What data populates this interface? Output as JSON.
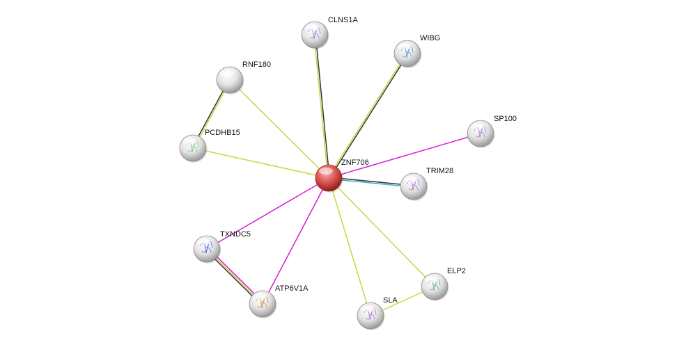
{
  "network": {
    "center": "ZNF706",
    "nodes": [
      {
        "id": "ZNF706",
        "label": "ZNF706",
        "color": "#d9534f",
        "query": true
      },
      {
        "id": "CLNS1A",
        "label": "CLNS1A",
        "color": "#e6e6e6"
      },
      {
        "id": "WIBG",
        "label": "WIBG",
        "color": "#e6e6e6"
      },
      {
        "id": "RNF180",
        "label": "RNF180",
        "color": "#e6e6e6"
      },
      {
        "id": "PCDHB15",
        "label": "PCDHB15",
        "color": "#e6e6e6"
      },
      {
        "id": "SP100",
        "label": "SP100",
        "color": "#e6e6e6"
      },
      {
        "id": "TRIM28",
        "label": "TRIM28",
        "color": "#e6e6e6"
      },
      {
        "id": "TXNDC5",
        "label": "TXNDC5",
        "color": "#e6e6e6"
      },
      {
        "id": "ATP6V1A",
        "label": "ATP6V1A",
        "color": "#e6e6e6"
      },
      {
        "id": "ELP2",
        "label": "ELP2",
        "color": "#e6e6e6"
      },
      {
        "id": "SLA",
        "label": "SLA",
        "color": "#e6e6e6"
      }
    ],
    "edges": [
      {
        "from": "ZNF706",
        "to": "CLNS1A",
        "evidence": [
          "textmining",
          "coexpression"
        ]
      },
      {
        "from": "ZNF706",
        "to": "WIBG",
        "evidence": [
          "textmining",
          "coexpression"
        ]
      },
      {
        "from": "ZNF706",
        "to": "RNF180",
        "evidence": [
          "textmining"
        ]
      },
      {
        "from": "ZNF706",
        "to": "PCDHB15",
        "evidence": [
          "textmining"
        ]
      },
      {
        "from": "ZNF706",
        "to": "SP100",
        "evidence": [
          "experiments"
        ]
      },
      {
        "from": "ZNF706",
        "to": "TRIM28",
        "evidence": [
          "coexpression",
          "databases"
        ]
      },
      {
        "from": "ZNF706",
        "to": "TXNDC5",
        "evidence": [
          "experiments"
        ]
      },
      {
        "from": "ZNF706",
        "to": "ATP6V1A",
        "evidence": [
          "experiments"
        ]
      },
      {
        "from": "ZNF706",
        "to": "ELP2",
        "evidence": [
          "textmining"
        ]
      },
      {
        "from": "ZNF706",
        "to": "SLA",
        "evidence": [
          "textmining"
        ]
      },
      {
        "from": "RNF180",
        "to": "PCDHB15",
        "evidence": [
          "textmining",
          "coexpression"
        ]
      },
      {
        "from": "TXNDC5",
        "to": "ATP6V1A",
        "evidence": [
          "experiments",
          "textmining",
          "coexpression"
        ]
      },
      {
        "from": "ELP2",
        "to": "SLA",
        "evidence": [
          "textmining"
        ]
      }
    ],
    "evidence_colors": {
      "textmining": "#c5d93c",
      "coexpression": "#333333",
      "experiments": "#d61ad6",
      "databases": "#2ab5c9"
    },
    "structure_icon_colors": {
      "CLNS1A": "#a070d0",
      "WIBG": "#4a90d0",
      "PCDHB15": "#70c870",
      "SP100": "#a070d0",
      "TRIM28": "#a070d0",
      "TXNDC5": "#4050c8",
      "ATP6V1A": "#d08030",
      "ELP2": "#50b090",
      "SLA": "#a070d0"
    }
  }
}
